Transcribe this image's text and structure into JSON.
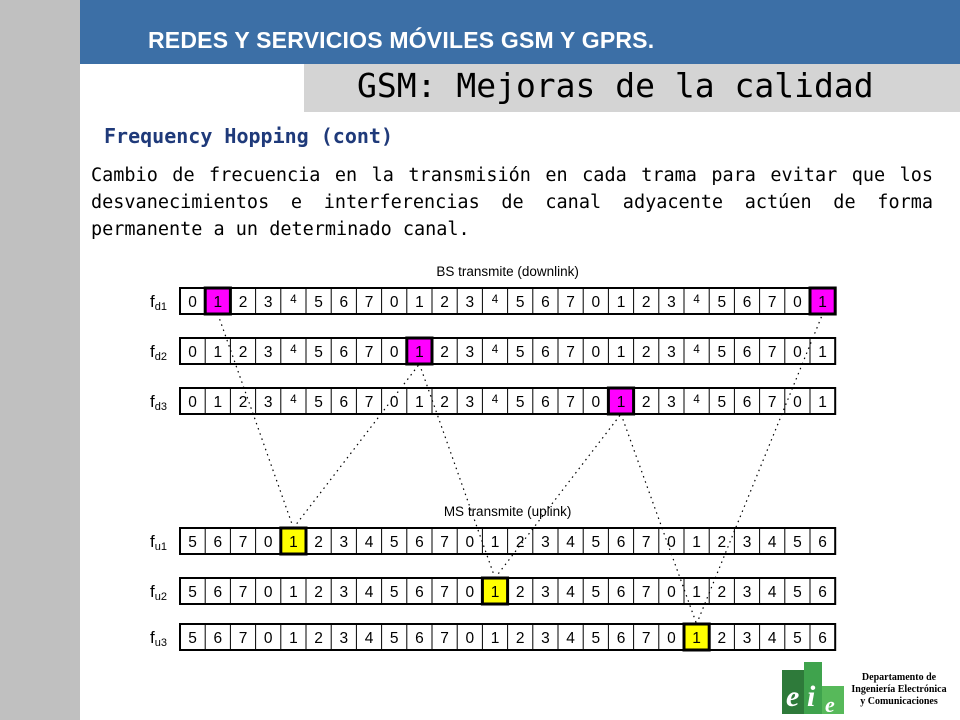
{
  "header": {
    "course_title": "REDES Y SERVICIOS MÓVILES GSM Y GPRS.",
    "slide_title": "GSM: Mejoras de la calidad"
  },
  "section": {
    "title": "Frequency Hopping (cont)",
    "description": "Cambio de frecuencia en la transmisión en cada trama para evitar que los desvanecimientos e interferencias de canal adyacente actúen de forma permanente a un determinado canal."
  },
  "diagram": {
    "downlink": {
      "label": "BS transmite (downlink)",
      "rows": [
        {
          "freq": "f",
          "sub": "d1",
          "slots": [
            "0",
            "1",
            "2",
            "3",
            "4",
            "5",
            "6",
            "7",
            "0",
            "1",
            "2",
            "3",
            "4",
            "5",
            "6",
            "7",
            "0",
            "1",
            "2",
            "3",
            "4",
            "5",
            "6",
            "7",
            "0",
            "1"
          ],
          "highlight": [
            1,
            25
          ]
        },
        {
          "freq": "f",
          "sub": "d2",
          "slots": [
            "0",
            "1",
            "2",
            "3",
            "4",
            "5",
            "6",
            "7",
            "0",
            "1",
            "2",
            "3",
            "4",
            "5",
            "6",
            "7",
            "0",
            "1",
            "2",
            "3",
            "4",
            "5",
            "6",
            "7",
            "0",
            "1"
          ],
          "highlight": [
            9
          ]
        },
        {
          "freq": "f",
          "sub": "d3",
          "slots": [
            "0",
            "1",
            "2",
            "3",
            "4",
            "5",
            "6",
            "7",
            "0",
            "1",
            "2",
            "3",
            "4",
            "5",
            "6",
            "7",
            "0",
            "1",
            "2",
            "3",
            "4",
            "5",
            "6",
            "7",
            "0",
            "1"
          ],
          "highlight": [
            17
          ]
        }
      ]
    },
    "uplink": {
      "label": "MS transmite (uplink)",
      "rows": [
        {
          "freq": "f",
          "sub": "u1",
          "slots": [
            "5",
            "6",
            "7",
            "0",
            "1",
            "2",
            "3",
            "4",
            "5",
            "6",
            "7",
            "0",
            "1",
            "2",
            "3",
            "4",
            "5",
            "6",
            "7",
            "0",
            "1",
            "2",
            "3",
            "4",
            "5",
            "6"
          ],
          "highlight": [
            4
          ]
        },
        {
          "freq": "f",
          "sub": "u2",
          "slots": [
            "5",
            "6",
            "7",
            "0",
            "1",
            "2",
            "3",
            "4",
            "5",
            "6",
            "7",
            "0",
            "1",
            "2",
            "3",
            "4",
            "5",
            "6",
            "7",
            "0",
            "1",
            "2",
            "3",
            "4",
            "5",
            "6"
          ],
          "highlight": [
            12
          ]
        },
        {
          "freq": "f",
          "sub": "u3",
          "slots": [
            "5",
            "6",
            "7",
            "0",
            "1",
            "2",
            "3",
            "4",
            "5",
            "6",
            "7",
            "0",
            "1",
            "2",
            "3",
            "4",
            "5",
            "6",
            "7",
            "0",
            "1",
            "2",
            "3",
            "4",
            "5",
            "6"
          ],
          "highlight": [
            20
          ]
        }
      ]
    },
    "colors": {
      "downlink_highlight": "#ff00ff",
      "uplink_highlight": "#ffff00"
    }
  },
  "footer": {
    "logo_letters": [
      "e",
      "i",
      "e"
    ],
    "department_lines": [
      "Departamento de",
      "Ingeniería Electrónica",
      "y Comunicaciones"
    ]
  }
}
